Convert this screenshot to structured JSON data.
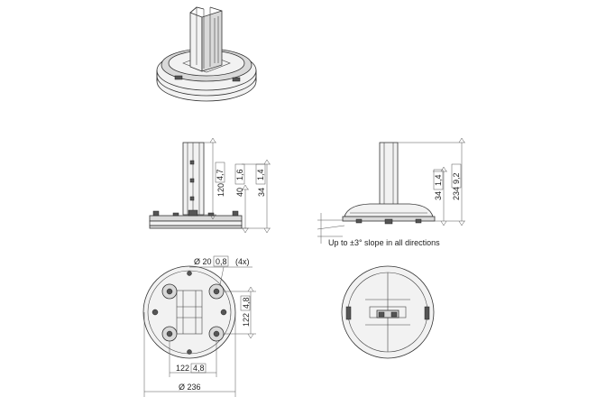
{
  "dimensions": {
    "front_height_mm": "120",
    "front_height_in": "4,7",
    "front_mid_mm": "40",
    "front_mid_in": "1,6",
    "front_base_mm": "34",
    "front_base_in": "1,4",
    "side_base_mm": "34",
    "side_base_in": "1,4",
    "side_total_mm": "234",
    "side_total_in": "9,2",
    "slope_note": "Up to ±3° slope in all directions",
    "hole_diameter_prefix": "Ø 20",
    "hole_diameter_in": "0,8",
    "hole_count": "(4x)",
    "hole_spacing_v_mm": "122",
    "hole_spacing_v_in": "4,8",
    "hole_spacing_h_mm": "122",
    "hole_spacing_h_in": "4,8",
    "base_diameter": "Ø 236"
  },
  "colors": {
    "line": "#333333",
    "fill_grey": "#d9d9d9",
    "fill_light": "#f2f2f2"
  }
}
